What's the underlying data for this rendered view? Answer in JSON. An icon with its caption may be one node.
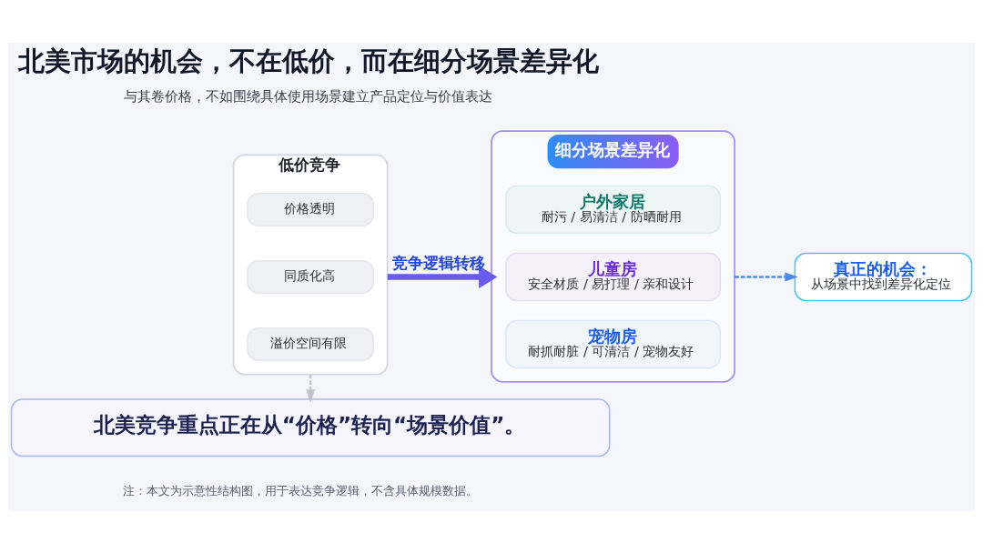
{
  "diagram": {
    "title": "北美市场的机会，不在低价，而在细分场景差异化",
    "nodes": [
      {
        "text": [
          "低价竞争"
        ]
      },
      {
        "text": [
          "价格透明"
        ],
        "in": 0
      },
      {
        "text": [
          "同质化高"
        ],
        "in": 0
      },
      {
        "text": [
          "溢价空间有限"
        ],
        "in": 0
      },
      {
        "text": [
          "细分场景差异化"
        ]
      },
      {
        "text": [
          "户外家居",
          "耐污 / 易清洁 / 防晒耐用"
        ],
        "in": 4
      },
      {
        "text": [
          "儿童房",
          "安全材质 / 易打理 / 亲和设计"
        ],
        "in": 4
      },
      {
        "text": [
          "宠物房",
          "耐抓耐脏 / 可清洁 / 宠物友好"
        ],
        "in": 4
      },
      {
        "text": [
          "真正的机会：",
          "从场景中找到差异化定位"
        ]
      },
      {
        "text": [
          "北美竞争重点正在从“价格”转向“场景价值”。"
        ]
      }
    ],
    "edges": [
      {
        "from": 0,
        "to": 4,
        "arrow": "to",
        "label": "竞争逻辑转移",
        "style": "thick",
        "color": "#6a5cf0"
      },
      {
        "from": 4,
        "to": 8,
        "arrow": "to",
        "style": "dashed",
        "color": "#4a8af0"
      },
      {
        "from": 0,
        "to": 9,
        "arrow": "to",
        "style": "dashed",
        "color": "#bfc3cb"
      }
    ],
    "labels": [
      "与其卷价格，不如围绕具体使用场景建立产品定位与价值表达",
      "注：本文为示意性结构图，用于表达竞争逻辑，不含具体规模数据。"
    ]
  }
}
